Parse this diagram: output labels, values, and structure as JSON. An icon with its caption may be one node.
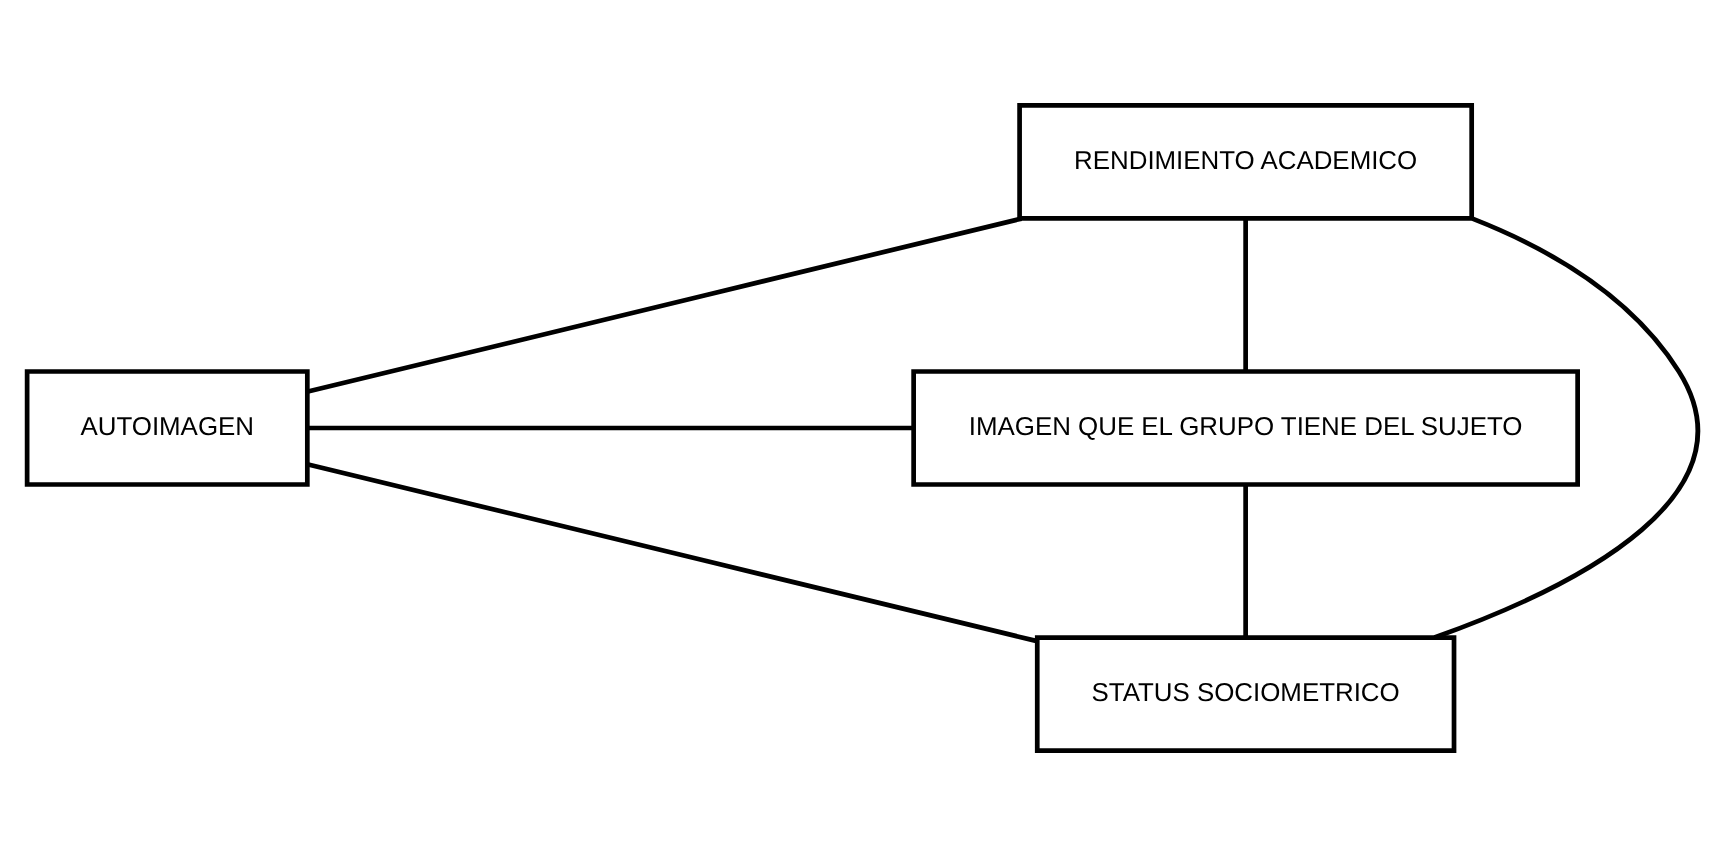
{
  "diagram": {
    "nodes": [
      {
        "text": [
          "RENDIMIENTO ACADEMICO"
        ]
      },
      {
        "text": [
          "AUTOIMAGEN"
        ]
      },
      {
        "text": [
          "IMAGEN QUE EL GRUPO TIENE DEL SUJETO"
        ]
      },
      {
        "text": [
          "STATUS SOCIOMETRICO"
        ]
      }
    ],
    "edges": [
      {
        "from": 0,
        "to": 1,
        "arrow": "none"
      },
      {
        "from": 0,
        "to": 2,
        "arrow": "none"
      },
      {
        "from": 1,
        "to": 3,
        "arrow": "none"
      },
      {
        "from": 2,
        "to": 3,
        "arrow": "none"
      },
      {
        "from": 0,
        "to": 3,
        "arrow": "none"
      },
      {
        "from": 1,
        "to": 2,
        "arrow": "none"
      }
    ]
  }
}
